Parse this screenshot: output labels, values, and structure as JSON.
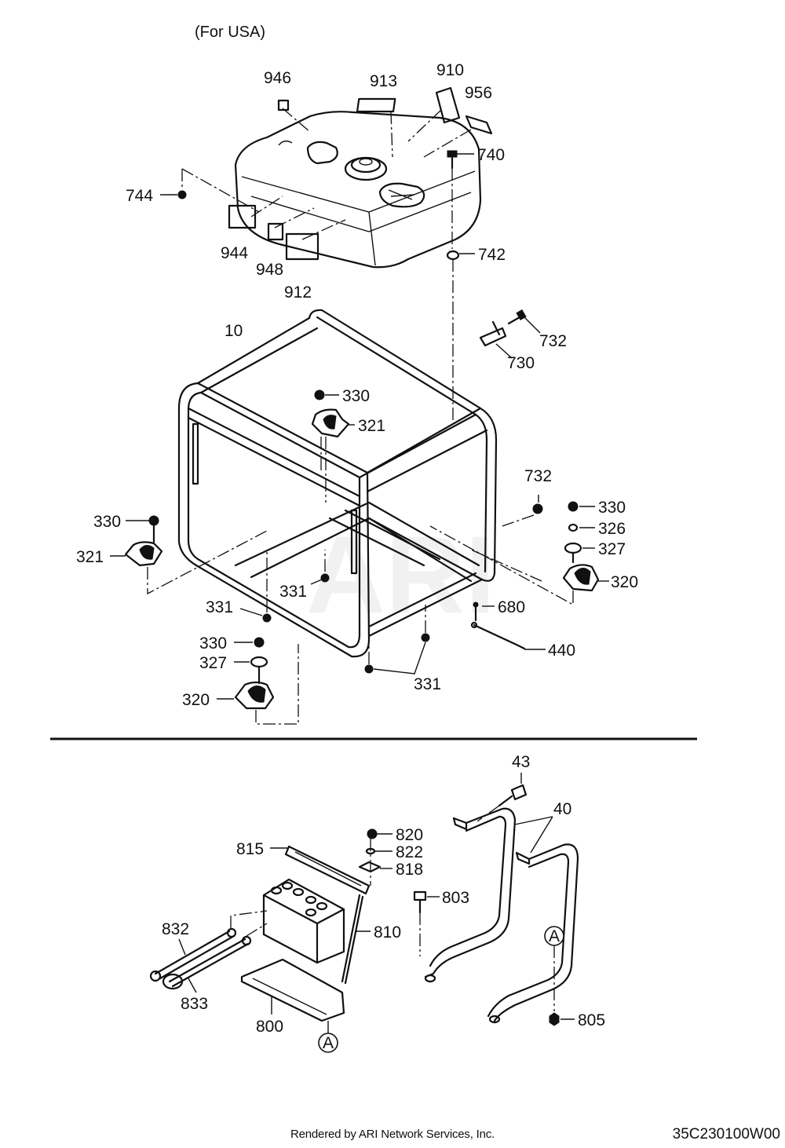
{
  "header": "(For USA)",
  "watermark": "ARI",
  "footer": {
    "credit": "Rendered by ARI Network Services, Inc.",
    "diagram_code": "35C230100W00"
  },
  "callout_circle": "A",
  "parts": {
    "p946": "946",
    "p913": "913",
    "p910": "910",
    "p956": "956",
    "p740": "740",
    "p744": "744",
    "p944": "944",
    "p948": "948",
    "p912": "912",
    "p742": "742",
    "p732a": "732",
    "p730": "730",
    "p10": "10",
    "p330a": "330",
    "p321a": "321",
    "p732b": "732",
    "p330b": "330",
    "p326": "326",
    "p327a": "327",
    "p320a": "320",
    "p330c": "330",
    "p321b": "321",
    "p331a": "331",
    "p331b": "331",
    "p680": "680",
    "p440": "440",
    "p330d": "330",
    "p327b": "327",
    "p320b": "320",
    "p331c": "331",
    "p43": "43",
    "p40": "40",
    "p820": "820",
    "p815": "815",
    "p822": "822",
    "p818": "818",
    "p803": "803",
    "p832": "832",
    "p810": "810",
    "p833": "833",
    "p800": "800",
    "p805": "805"
  }
}
